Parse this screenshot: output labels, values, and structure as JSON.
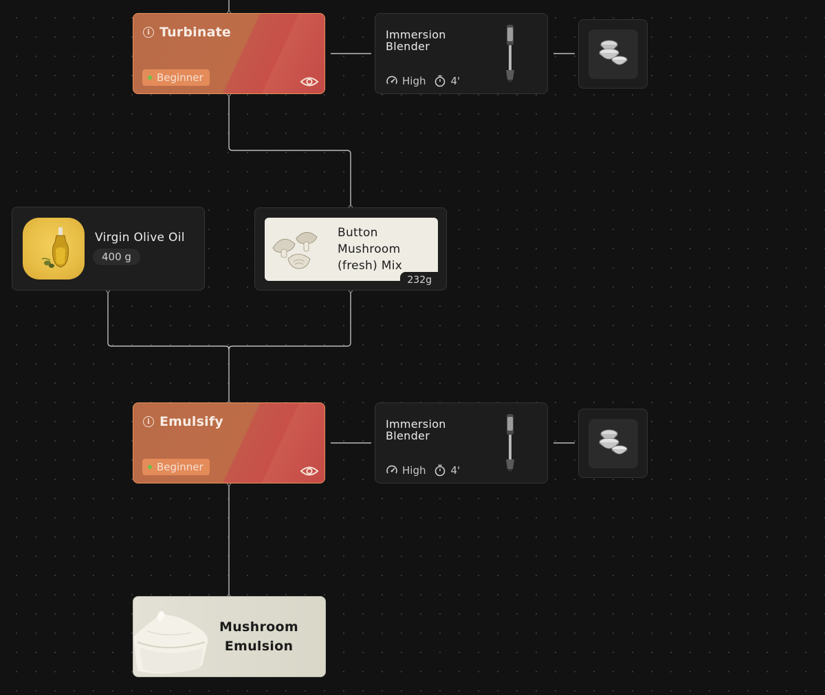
{
  "steps": [
    {
      "name": "Turbinate",
      "level": "Beginner"
    },
    {
      "name": "Emulsify",
      "level": "Beginner"
    }
  ],
  "tools": [
    {
      "name": "Immersion Blender",
      "speed": "High",
      "time": "4'"
    },
    {
      "name": "Immersion Blender",
      "speed": "High",
      "time": "4'"
    }
  ],
  "ingredients": {
    "olive_oil": {
      "name": "Virgin Olive Oil",
      "quantity": "400 g"
    },
    "mushroom": {
      "name": "Button Mushroom (fresh) Mix",
      "weight": "232g"
    }
  },
  "result": {
    "name": "Mushroom Emulsion"
  },
  "colors": {
    "step_card": "#bf6a47",
    "step_border": "#e9925c",
    "level_dot": "#6cc24a",
    "canvas": "#121212",
    "olive_thumb": "#e7bd45"
  },
  "icons": [
    "info-icon",
    "eye-icon",
    "speed-icon",
    "timer-icon",
    "immersion-blender-image",
    "mixing-bowls-image"
  ]
}
